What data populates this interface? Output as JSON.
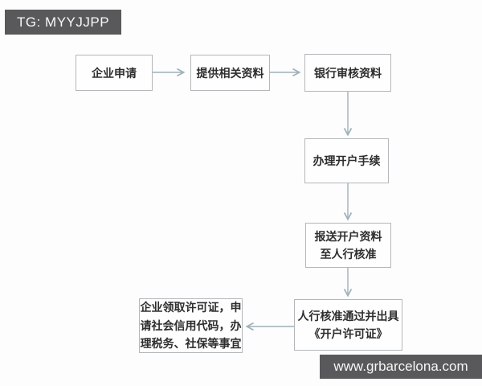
{
  "badge": {
    "text": "TG: MYYJJPP"
  },
  "watermark": {
    "text": "www.grbarcelona.com"
  },
  "colors": {
    "badge_background": "#59595b",
    "badge_text": "#f7f7f7",
    "box_border": "#b3b7b9",
    "box_text": "#2e2e2e",
    "arrow": "#9fb2ba",
    "canvas_background": "#fdfdfd"
  },
  "flowchart": {
    "nodes": [
      {
        "id": "enterprise-application",
        "lines": [
          "企业申请"
        ]
      },
      {
        "id": "provide-materials",
        "lines": [
          "提供相关资料"
        ]
      },
      {
        "id": "bank-review",
        "lines": [
          "银行审核资料"
        ]
      },
      {
        "id": "account-opening-procedures",
        "lines": [
          "办理开户手续"
        ]
      },
      {
        "id": "submit-to-pboc",
        "lines": [
          "报送开户资料",
          "至人行核准"
        ]
      },
      {
        "id": "pboc-approval-license",
        "lines": [
          "人行核准通过并出具",
          "《开户许可证》"
        ]
      },
      {
        "id": "license-followup",
        "lines": [
          "企业领取许可证，申",
          "请社会信用代码，办",
          "理税务、社保等事宜"
        ]
      }
    ],
    "edges": [
      {
        "from": "enterprise-application",
        "to": "provide-materials"
      },
      {
        "from": "provide-materials",
        "to": "bank-review"
      },
      {
        "from": "bank-review",
        "to": "account-opening-procedures"
      },
      {
        "from": "account-opening-procedures",
        "to": "submit-to-pboc"
      },
      {
        "from": "submit-to-pboc",
        "to": "pboc-approval-license"
      },
      {
        "from": "pboc-approval-license",
        "to": "license-followup"
      }
    ]
  }
}
